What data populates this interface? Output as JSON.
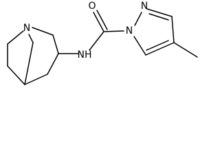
{
  "molecule": {
    "atom_labels": {
      "n_bridgehead": "N",
      "o_carbonyl": "O",
      "n_amide": "NH",
      "n_pyrazole_1": "N",
      "n_pyrazole_2": "N"
    },
    "colors": {
      "bond": "#000000",
      "label": "#000000",
      "background": "#ffffff"
    }
  }
}
